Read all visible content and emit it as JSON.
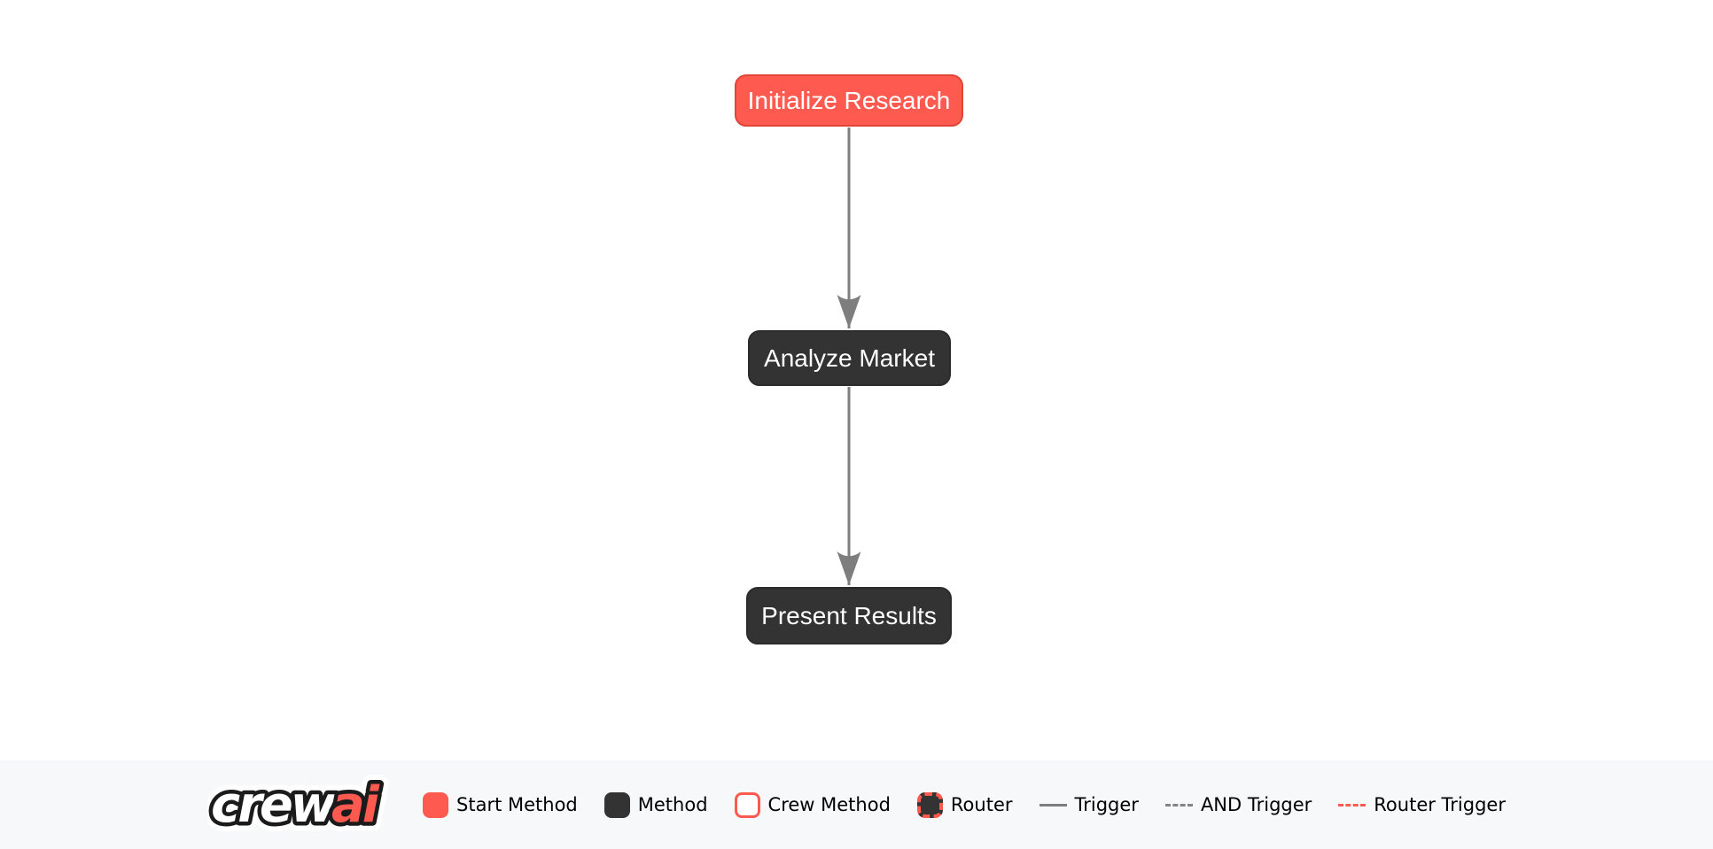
{
  "diagram": {
    "nodes": [
      {
        "label": "Initialize Research",
        "type": "start-method"
      },
      {
        "label": "Analyze Market",
        "type": "method"
      },
      {
        "label": "Present Results",
        "type": "method"
      }
    ],
    "edges": [
      {
        "from": "Initialize Research",
        "to": "Analyze Market",
        "type": "trigger"
      },
      {
        "from": "Analyze Market",
        "to": "Present Results",
        "type": "trigger"
      }
    ]
  },
  "legend": {
    "logo": {
      "crew": "crew",
      "ai": "ai"
    },
    "items": [
      {
        "label": "Start Method",
        "swatch": "start-method-box"
      },
      {
        "label": "Method",
        "swatch": "method-box"
      },
      {
        "label": "Crew Method",
        "swatch": "crew-method-box"
      },
      {
        "label": "Router",
        "swatch": "router-box"
      },
      {
        "label": "Trigger",
        "swatch": "solid-gray-line"
      },
      {
        "label": "AND Trigger",
        "swatch": "dashed-gray-line"
      },
      {
        "label": "Router Trigger",
        "swatch": "dashed-red-line"
      }
    ]
  },
  "colors": {
    "start_fill": "#FF5A50",
    "start_border": "#E04537",
    "method_fill": "#333333",
    "edge_gray": "#7E7E7E",
    "and_trigger_gray": "#848484",
    "router_trigger_red": "#FF5A50",
    "legend_background": "#F7F8FA",
    "node_text": "#FFFFFF",
    "legend_text": "#000000",
    "canvas_background": "#FFFFFF"
  }
}
